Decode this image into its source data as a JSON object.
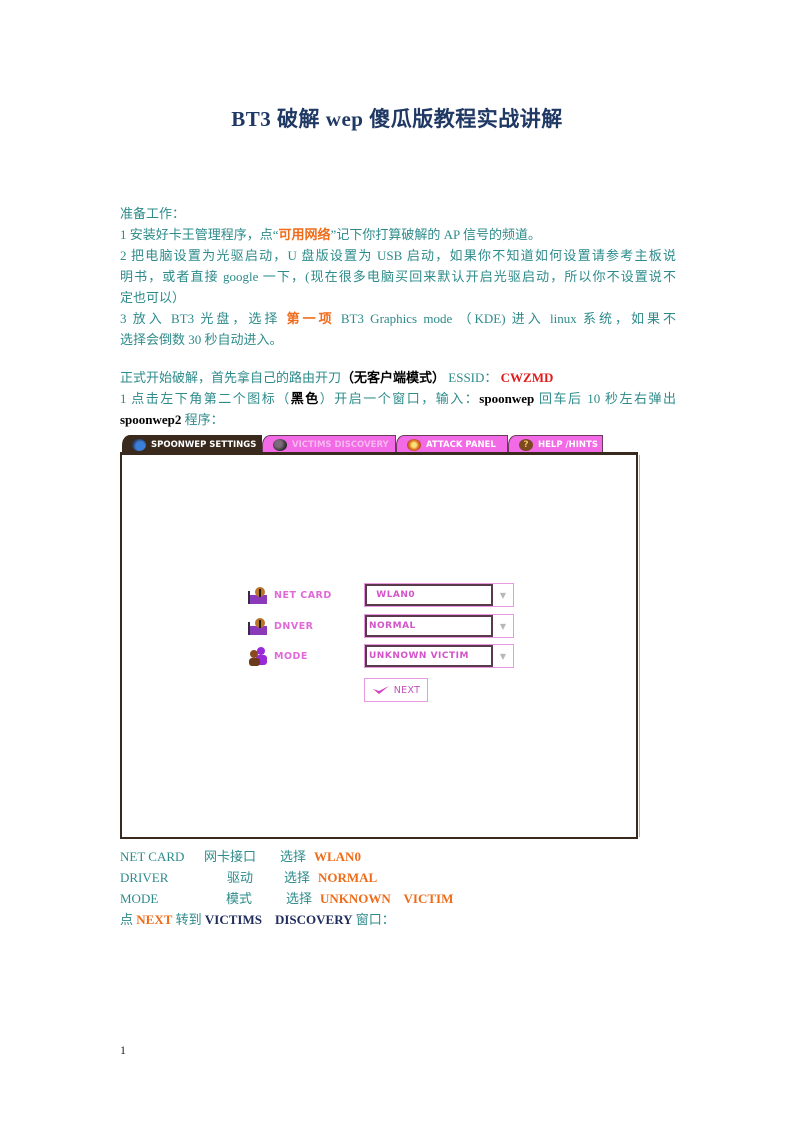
{
  "document": {
    "title": "BT3  破解 wep  傻瓜版教程实战讲解",
    "page_number": "1"
  },
  "prep": {
    "heading": "准备工作：",
    "step1_a": "1  安装好卡王管理程序，点“",
    "step1_highlight": "可用网络",
    "step1_b": "”记下你打算破解的 AP 信号的频道。",
    "step2_line1": "2  把电脑设置为光驱启动，U 盘版设置为 USB 启动，如果你不知道如何设置请参考主板说",
    "step2_line2": "明书，或者直接 google 一下，(现在很多电脑买回来默认开启光驱启动，所以你不设置说不",
    "step2_line3": "定也可以）",
    "step3_a": "3  放入 BT3 光盘，选择 ",
    "step3_highlight": "第一项",
    "step3_b": " BT3   Graphics   mode   （KDE) 进入 linux  系统，如果不",
    "step3_line2": "选择会倒数 30 秒自动进入。"
  },
  "start": {
    "line1_a": "正式开始破解，首先拿自己的路由开刀",
    "line1_bold": "（无客户端模式）",
    "line1_b": " ESSID：  ",
    "essid": "CWZMD",
    "line2_a": "1  点击左下角第二个图标（",
    "line2_bold": "黑色",
    "line2_b": "）开启一个窗口，输入：",
    "command": "spoonwep",
    "line2_c": "   回车后 10 秒左右弹出",
    "program": "spoonwep2",
    "line3_b": "  程序："
  },
  "app": {
    "tabs": [
      {
        "label": "SPOONWEP SETTINGS",
        "icon": "satellite-dish-icon",
        "active": true
      },
      {
        "label": "VICTIMS DISCOVERY",
        "icon": "mouse-icon",
        "active": false,
        "disabled": true
      },
      {
        "label": "ATTACK PANEL",
        "icon": "target-icon",
        "active": false
      },
      {
        "label": "HELP /HINTS",
        "icon": "question-icon",
        "active": false
      }
    ],
    "fields": [
      {
        "label": "NET CARD",
        "value": "  WLAN0",
        "icon": "user-card-icon"
      },
      {
        "label": "DNVER",
        "value": "NORMAL",
        "icon": "user-card-icon"
      },
      {
        "label": "MODE",
        "value": "UNKNOWN VICTIM",
        "icon": "users-icon"
      }
    ],
    "next_label": "NEXT",
    "colors": {
      "active_tab": "#3a2a1e",
      "inactive_tab": "#f26ae6",
      "label": "#e06ad8",
      "frame": "#3a2a1e"
    }
  },
  "summary": {
    "rows": [
      {
        "en": "NET CARD",
        "zh": "网卡接口",
        "action": "选择",
        "value": "WLAN0"
      },
      {
        "en": "DRIVER",
        "zh": "驱动",
        "action": "选择",
        "value": "NORMAL"
      },
      {
        "en": "MODE",
        "zh": "模式",
        "action": "选择",
        "value": "UNKNOWN    VICTIM"
      }
    ],
    "final_a": "点 ",
    "final_next": "NEXT",
    "final_b": " 转到 ",
    "final_target": "VICTIMS    DISCOVERY",
    "final_c": " 窗口："
  }
}
